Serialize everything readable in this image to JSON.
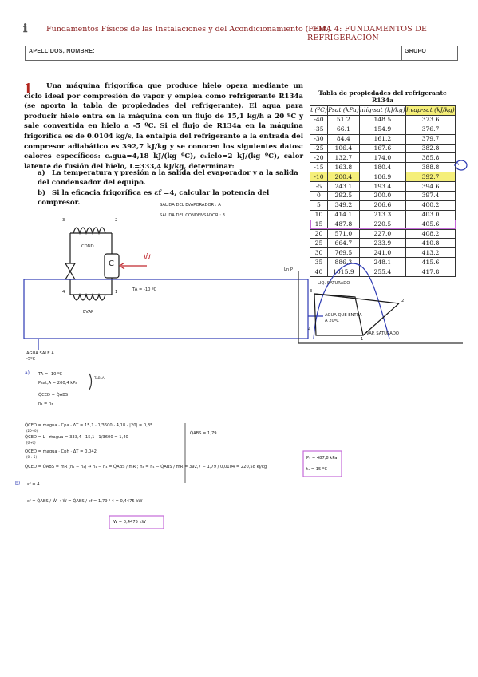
{
  "header": {
    "logo": "ℹ",
    "course": "Fundamentos Físicos de las Instalaciones y del Acondicionamiento (FFIA)",
    "unit": "TEMA 4: FUNDAMENTOS DE REFRIGERACIÓN"
  },
  "student_box": {
    "name_label": "APELLIDOS, NOMBRE:",
    "group_label": "GRUPO"
  },
  "problem": {
    "number": "1",
    "statement": "Una máquina frigorífica que produce hielo opera mediante un ciclo ideal por compresión de vapor y emplea como refrigerante R134a (se aporta la tabla de propiedades del refrigerante). El agua para producir hielo entra en la máquina con un flujo de 15,1 kg/h a 20 ºC y sale convertida en hielo a -5 ºC. Si el flujo de R134a en la máquina frigorífica es de 0.0104 kg/s, la entalpía del refrigerante a la entrada del compresor adiabático es 392,7 kJ/kg y se conocen los siguientes datos: calores específicos: cₐgua=4,18 kJ/(kg ºC), cₕielo=2 kJ/(kg ºC), calor latente de fusión del hielo, L=333,4 kJ/kg, determinar:",
    "a_label": "a)",
    "a_text": "La temperatura y presión a la salida del evaporador y a la salida del condensador del equipo.",
    "b_label": "b)",
    "b_text": "Si la eficacia frigorífica es εf =4, calcular la potencia del compresor."
  },
  "table": {
    "caption": "Tabla de propiedades del refrigerante R134a",
    "headers": [
      "t (ºC)",
      "Psat (kPa)",
      "hlíq-sat (kJ/kg)",
      "hvap-sat (kJ/kg)"
    ],
    "rows": [
      [
        "-40",
        "51.2",
        "148.5",
        "373.6"
      ],
      [
        "-35",
        "66.1",
        "154.9",
        "376.7"
      ],
      [
        "-30",
        "84.4",
        "161.2",
        "379.7"
      ],
      [
        "-25",
        "106.4",
        "167.6",
        "382.8"
      ],
      [
        "-20",
        "132.7",
        "174.0",
        "385.8"
      ],
      [
        "-15",
        "163.8",
        "180.4",
        "388.8"
      ],
      [
        "-10",
        "200.4",
        "186.9",
        "392.7"
      ],
      [
        "-5",
        "243.1",
        "193.4",
        "394.6"
      ],
      [
        "0",
        "292.5",
        "200.0",
        "397.4"
      ],
      [
        "5",
        "349.2",
        "206.6",
        "400.2"
      ],
      [
        "10",
        "414.1",
        "213.3",
        "403.0"
      ],
      [
        "15",
        "487.8",
        "220.5",
        "405.6"
      ],
      [
        "20",
        "571.0",
        "227.0",
        "408.2"
      ],
      [
        "25",
        "664.7",
        "233.9",
        "410.8"
      ],
      [
        "30",
        "769.5",
        "241.0",
        "413.2"
      ],
      [
        "35",
        "886.3",
        "248.1",
        "415.6"
      ],
      [
        "40",
        "1015.9",
        "255.4",
        "417.8"
      ]
    ]
  },
  "handwriting": {
    "mark_A": "A",
    "evap_exit": "SALIDA DEL EVAPORADOR : A",
    "cond_exit": "SALIDA DEL CONDENSADOR : 3",
    "cond": "COND",
    "evap": "EVAP",
    "compressor": "C",
    "work": "Ẇ",
    "tank_temp": "TA = -10 ºC",
    "water_in": "AGUA QUE ENTRA A 20ºC",
    "water_out": "AGUA SALE A -5ºC",
    "n1": "1",
    "n2": "2",
    "n3": "3",
    "n4": "4",
    "lnp": "Ln P",
    "liq_sat": "LIQ. SATURADO",
    "vap_sat": "VAP. SATURADO",
    "p1": "1",
    "p2": "2",
    "p3": "3",
    "p4": "4",
    "a_lbl": "a)",
    "a1": "TA = -10 ºC",
    "a2": "Psat,A = 200,4 kPa",
    "tabla": "TABLA",
    "a3": "Q̇CED = Q̇ABS",
    "a4": "h₄ = h₃",
    "e1": "Q̇CED = ṁagua · Cpa · ΔT = 15,1 · 1/3600 · 4,18 · |20| = 0,35",
    "e1s": "(20→0)",
    "e2": "Q̇CED = L · ṁagua = 333,4 · 15,1 · 1/3600 = 1,40",
    "e2s": "(0→0)",
    "e3": "Q̇CED = ṁagua · Cph · ΔT = 0,042",
    "e3s": "(0→-5)",
    "qabs": "Q̇ABS = 1,79",
    "e4": "Q̇CED = Q̇ABS = ṁR (h₁ − h₄)  →  h₁ − h₄ = Q̇ABS / ṁR  ;  h₄ = h₁ − Q̇ABS / ṁR = 392,7 − 1,79 / 0,0104 = 220,58 kJ/kg",
    "p3res": "P₃ = 487,8 kPa",
    "t3res": "t₃ = 15 ºC",
    "b_lbl": "b)",
    "b1": "εf = 4",
    "b2": "εf = Q̇ABS / Ẇ   →   Ẇ = Q̇ABS / εf = 1,79 / 4 = 0,4475 kW",
    "wres": "W = 0,4475 kW"
  }
}
